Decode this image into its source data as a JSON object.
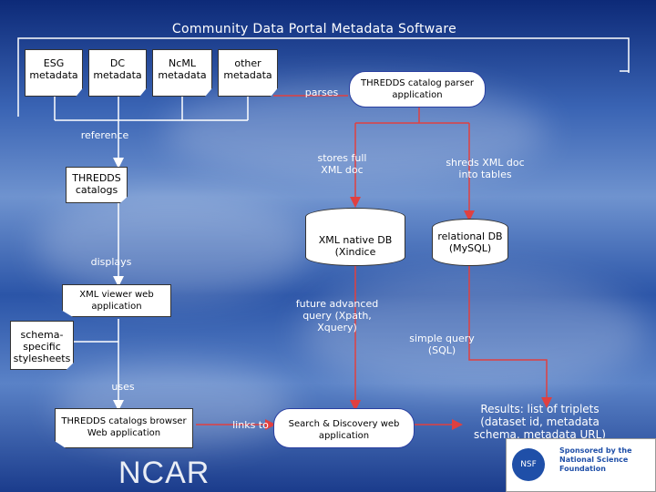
{
  "title": "Community Data Portal Metadata Software",
  "metadata_docs": [
    "ESG metadata",
    "DC metadata",
    "NcML metadata",
    "other metadata"
  ],
  "labels": {
    "parses": "parses",
    "reference": "reference",
    "stores_full": "stores full XML doc",
    "shreds": "shreds XML doc into tables",
    "displays": "displays",
    "future_query": "future advanced query (Xpath, Xquery)",
    "simple_query": "simple query (SQL)",
    "uses": "uses",
    "links_to": "links to",
    "results": "Results: list of triplets (dataset id, metadata schema, metadata URL)"
  },
  "nodes": {
    "parser": "THREDDS catalog parser application",
    "thredds_catalogs": "THREDDS catalogs",
    "xml_db": "XML native DB (Xindice",
    "relational_db": "relational DB (MySQL)",
    "xml_viewer": "XML viewer web application",
    "stylesheets": "schema-specific stylesheets",
    "browser": "THREDDS catalogs browser Web application",
    "search": "Search & Discovery web application"
  },
  "footer": {
    "ncar": "NCAR",
    "nsf_sponsor": "Sponsored by the National Science Foundation",
    "nsf_logo": "NSF"
  },
  "colors": {
    "arrow": "#e04040",
    "line": "#ffffff",
    "background": "#2b55a8"
  }
}
